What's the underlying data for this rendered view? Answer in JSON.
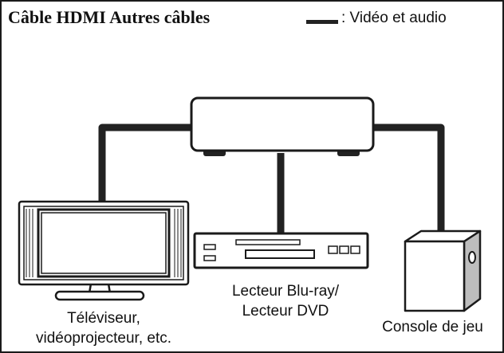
{
  "title": "Câble HDMI Autres câbles",
  "legend": {
    "text": ": Vidéo et audio"
  },
  "devices": {
    "tv": {
      "line1": "Téléviseur,",
      "line2": "vidéoprojecteur, etc."
    },
    "player": {
      "line1": "Lecteur Blu-ray/",
      "line2": "Lecteur DVD"
    },
    "console": {
      "label": "Console de jeu"
    }
  },
  "colors": {
    "cable": "#222222",
    "outline": "#1a1a1a",
    "fill": "#ffffff",
    "shadow": "#bdbdbd"
  }
}
